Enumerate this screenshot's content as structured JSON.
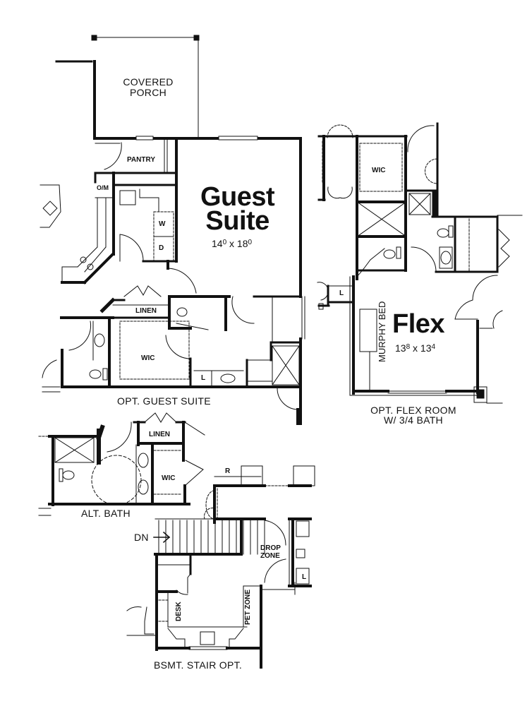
{
  "plan": {
    "sections": [
      {
        "id": "opt-guest-suite",
        "caption": "OPT. GUEST SUITE"
      },
      {
        "id": "opt-flex-room",
        "caption_line1": "OPT. FLEX ROOM",
        "caption_line2": "W/ 3/4 BATH"
      },
      {
        "id": "alt-bath",
        "caption": "ALT. BATH"
      },
      {
        "id": "bsmt-stair-opt",
        "caption": "BSMT. STAIR OPT."
      }
    ],
    "rooms": {
      "covered_porch": {
        "line1": "COVERED",
        "line2": "PORCH"
      },
      "pantry": "PANTRY",
      "ovm": "O/M",
      "washer": "W",
      "dryer": "D",
      "guest_suite": {
        "line1": "Guest",
        "line2": "Suite",
        "dim_w": "14",
        "dim_w_in": "0",
        "dim_x": "x",
        "dim_h": "18",
        "dim_h_in": "0"
      },
      "linen_guest": "LINEN",
      "wic_guest": "WIC",
      "linen_cab_guest": "L",
      "wic_flex": "WIC",
      "linen_cab_flex": "L",
      "murphy_bed": "MURPHY BED",
      "flex": {
        "name": "Flex",
        "dim_w": "13",
        "dim_w_in": "8",
        "dim_x": "x",
        "dim_h": "13",
        "dim_h_in": "4"
      },
      "linen_alt": "LINEN",
      "wic_alt": "WIC",
      "refrigerator": "R",
      "dn_label": "DN",
      "drop_zone": {
        "line1": "DROP",
        "line2": "ZONE"
      },
      "desk": "DESK",
      "pet_zone": "PET ZONE",
      "linen_cab_stair": "L"
    },
    "colors": {
      "wall": "#111111",
      "paper": "#ffffff",
      "thin": "#333333"
    }
  }
}
